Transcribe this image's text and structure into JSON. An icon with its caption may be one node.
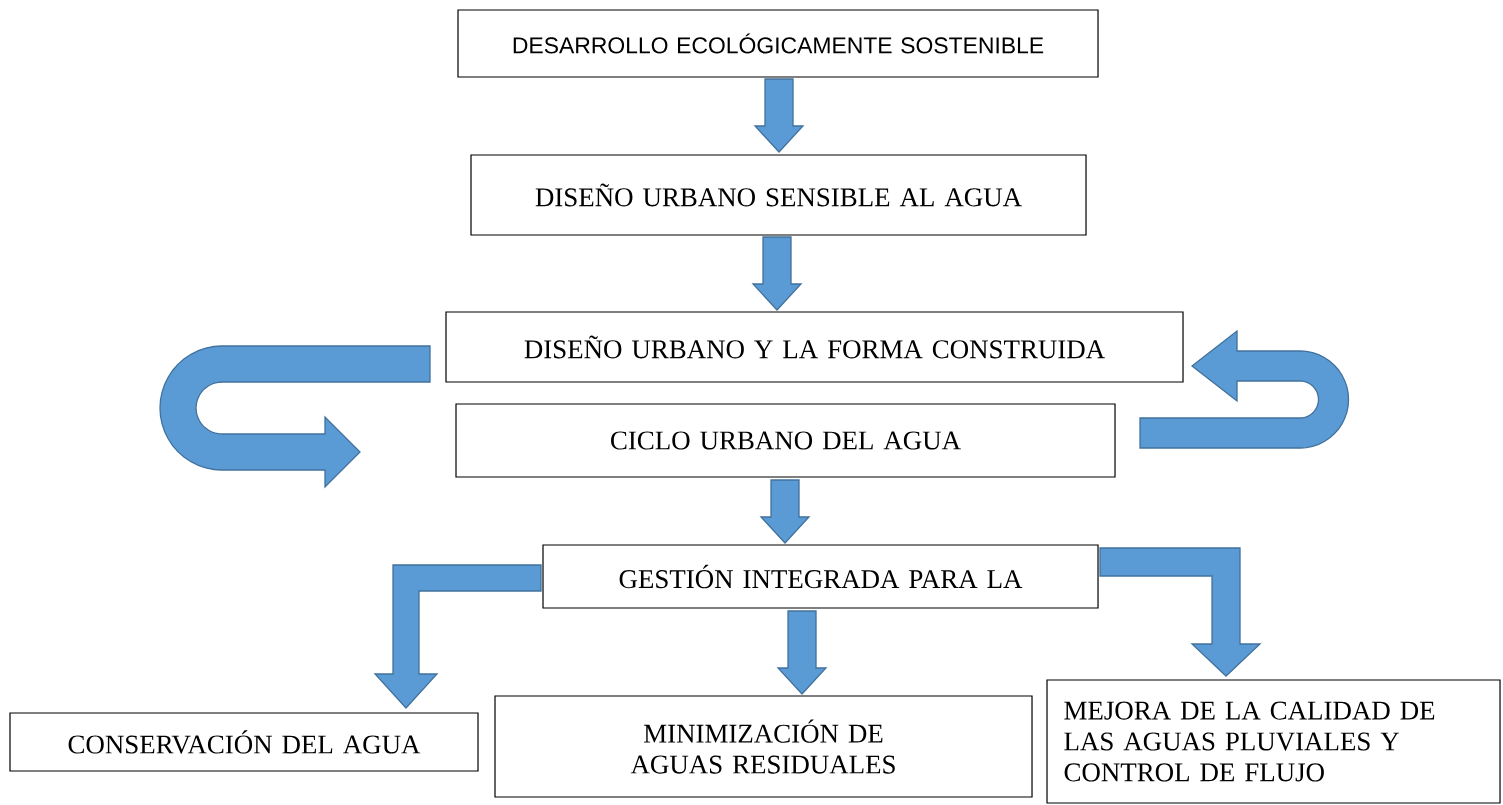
{
  "diagram": {
    "nodes": [
      {
        "text": [
          "DESARROLLO ECOLÓGICAMENTE SOSTENIBLE"
        ]
      },
      {
        "text": [
          "DISEÑO URBANO SENSIBLE AL AGUA"
        ]
      },
      {
        "text": [
          "DISEÑO URBANO Y LA FORMA CONSTRUIDA"
        ]
      },
      {
        "text": [
          "CICLO URBANO DEL AGUA"
        ]
      },
      {
        "text": [
          "GESTIÓN INTEGRADA PARA LA"
        ]
      },
      {
        "text": [
          "CONSERVACIÓN DEL AGUA"
        ]
      },
      {
        "text": [
          "MINIMIZACIÓN DE AGUAS RESIDUALES"
        ]
      },
      {
        "text": [
          "MEJORA DE LA CALIDAD DE LAS AGUAS PLUVIALES Y CONTROL DE FLUJO"
        ]
      }
    ],
    "edges": [
      {
        "from": 0,
        "to": 1,
        "arrow": "to"
      },
      {
        "from": 1,
        "to": 2,
        "arrow": "to"
      },
      {
        "from": 2,
        "to": 3,
        "arrow": "to"
      },
      {
        "from": 3,
        "to": 2,
        "arrow": "to"
      },
      {
        "from": 3,
        "to": 4,
        "arrow": "to"
      },
      {
        "from": 4,
        "to": 5,
        "arrow": "to"
      },
      {
        "from": 4,
        "to": 6,
        "arrow": "to"
      },
      {
        "from": 4,
        "to": 7,
        "arrow": "to"
      }
    ]
  }
}
